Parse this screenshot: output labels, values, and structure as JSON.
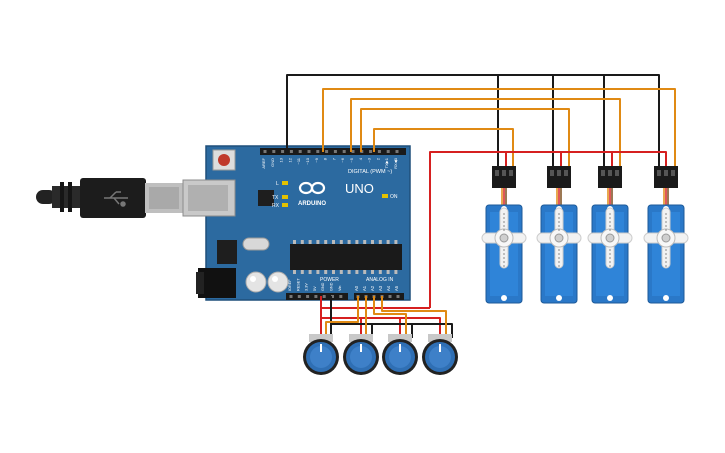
{
  "board": {
    "brand": "ARDUINO",
    "model": "UNO",
    "digital_label": "DIGITAL (PWM ~)",
    "analog_label": "ANALOG IN",
    "power_label": "POWER",
    "on_label": "ON",
    "l_label": "L",
    "tx_label": "TX",
    "rx_label": "RX",
    "digital_pins": [
      "AREF",
      "GND",
      "13",
      "12",
      "~11",
      "~10",
      "~9",
      "8",
      "7",
      "~6",
      "~5",
      "4",
      "~3",
      "2",
      "TX▶1",
      "RX◀0"
    ],
    "power_pins": [
      "IOREF",
      "RESET",
      "3.3V",
      "5V",
      "GND",
      "GND",
      "Vin"
    ],
    "analog_pins": [
      "A0",
      "A1",
      "A2",
      "A3",
      "A4",
      "A5"
    ]
  },
  "colors": {
    "board": "#2c6aa0",
    "board_edge": "#1f4f7a",
    "wire_black": "#1a1a1a",
    "wire_orange": "#e08a14",
    "wire_red": "#d62020",
    "servo_body": "#2a78c8",
    "knob": "#2f6fb4"
  },
  "servos": [
    {
      "id": "servo-1"
    },
    {
      "id": "servo-2"
    },
    {
      "id": "servo-3"
    },
    {
      "id": "servo-4"
    }
  ],
  "potentiometers": [
    {
      "id": "pot-1"
    },
    {
      "id": "pot-2"
    },
    {
      "id": "pot-3"
    },
    {
      "id": "pot-4"
    }
  ]
}
